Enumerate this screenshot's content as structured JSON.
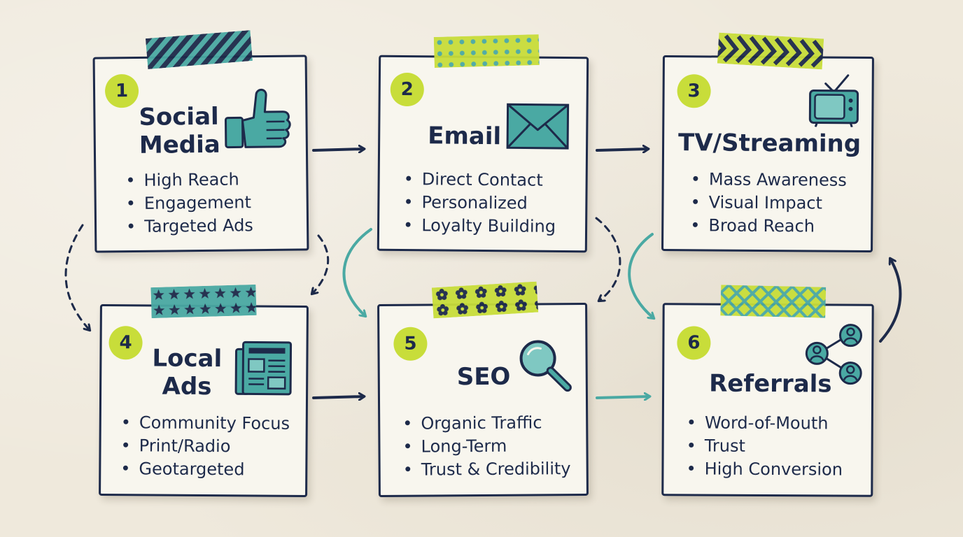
{
  "colors": {
    "navy": "#1d2a4a",
    "teal": "#4aa9a3",
    "lime": "#c8dd3a",
    "paper": "#f8f6ee",
    "background": "#efe9dc"
  },
  "cards": [
    {
      "number": "1",
      "title_lines": [
        "Social",
        "Media"
      ],
      "icon": "thumbs-up-icon",
      "tape": "stripes",
      "bullets": [
        "High Reach",
        "Engagement",
        "Targeted Ads"
      ]
    },
    {
      "number": "2",
      "title_lines": [
        "Email"
      ],
      "icon": "envelope-icon",
      "tape": "polka-dots",
      "bullets": [
        "Direct Contact",
        "Personalized",
        "Loyalty Building"
      ]
    },
    {
      "number": "3",
      "title_lines": [
        "TV/Streaming"
      ],
      "icon": "tv-icon",
      "tape": "chevrons",
      "bullets": [
        "Mass Awareness",
        "Visual Impact",
        "Broad Reach"
      ]
    },
    {
      "number": "4",
      "title_lines": [
        "Local",
        "Ads"
      ],
      "icon": "newspaper-icon",
      "tape": "stars",
      "bullets": [
        "Community Focus",
        "Print/Radio",
        "Geotargeted"
      ]
    },
    {
      "number": "5",
      "title_lines": [
        "SEO"
      ],
      "icon": "magnifier-icon",
      "tape": "flowers",
      "bullets": [
        "Organic Traffic",
        "Long-Term",
        "Trust & Credibility"
      ]
    },
    {
      "number": "6",
      "title_lines": [
        "Referrals"
      ],
      "icon": "network-people-icon",
      "tape": "plaid",
      "bullets": [
        "Word-of-Mouth",
        "Trust",
        "High Conversion"
      ]
    }
  ]
}
